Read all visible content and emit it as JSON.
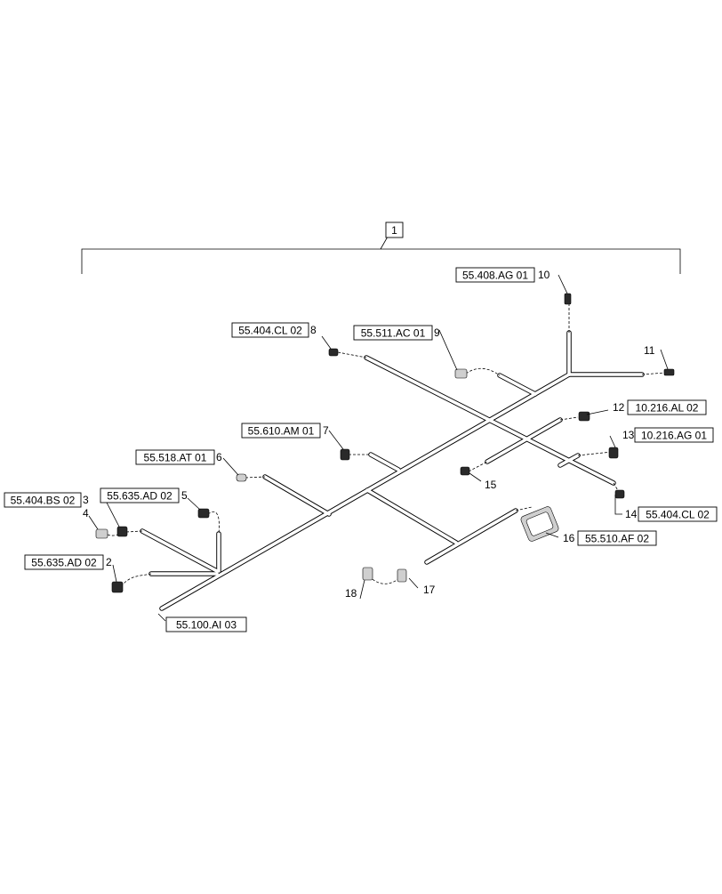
{
  "assembly_callout": "1",
  "references": {
    "r10": "55.408.AG 01",
    "r8": "55.404.CL 02",
    "r9": "55.511.AC 01",
    "r12": "10.216.AL 02",
    "r13": "10.216.AG 01",
    "r7": "55.610.AM 01",
    "r6": "55.518.AT 01",
    "r3": "55.404.BS 02",
    "r5": "55.635.AD 02",
    "r2": "55.635.AD 02",
    "r14": "55.404.CL 02",
    "r16": "55.510.AF 02",
    "main": "55.100.AI 03"
  },
  "items": {
    "n2": "2",
    "n3": "3",
    "n4": "4",
    "n5": "5",
    "n6": "6",
    "n7": "7",
    "n8": "8",
    "n9": "9",
    "n10": "10",
    "n11": "11",
    "n12": "12",
    "n13": "13",
    "n14": "14",
    "n15": "15",
    "n16": "16",
    "n17": "17",
    "n18": "18"
  }
}
